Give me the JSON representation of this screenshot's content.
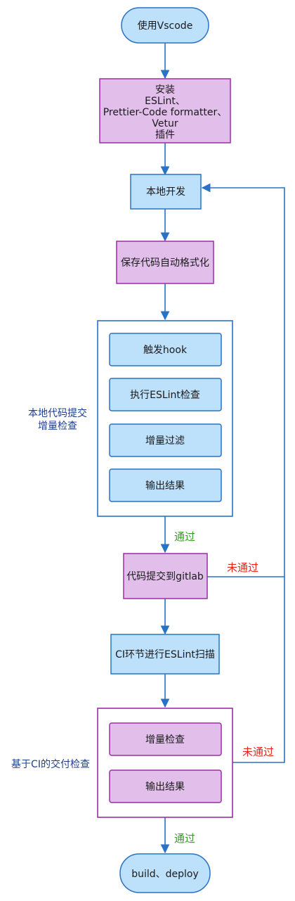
{
  "nodes": {
    "start": "使用Vscode",
    "install": [
      "安装",
      "ESLint、",
      "Prettier-Code formatter、",
      "Vetur",
      "插件"
    ],
    "local_dev": "本地开发",
    "autoformat": "保存代码自动格式化",
    "trigger_hook": "触发hook",
    "run_eslint": "执行ESLint检查",
    "incremental_filter": "增量过滤",
    "output_result_1": "输出结果",
    "commit_gitlab": "代码提交到gitlab",
    "ci_scan": "CI环节进行ESLint扫描",
    "incremental_check": "增量检查",
    "output_result_2": "输出结果",
    "end": "build、deploy"
  },
  "groups": {
    "local_check": [
      "本地代码提交",
      "增量检查"
    ],
    "ci_check": "基于CI的交付检查"
  },
  "edges": {
    "pass_1": "通过",
    "fail_1": "未通过",
    "fail_2": "未通过",
    "pass_2": "通过"
  },
  "colors": {
    "blue_fill": "#bde0fb",
    "purple_fill": "#e1bfea",
    "blue_stroke": "#2a72c4",
    "purple_stroke": "#9a2fa4",
    "edge": "#2a72c4",
    "pass_text": "#3a9a2a",
    "fail_text": "#e0281e"
  }
}
